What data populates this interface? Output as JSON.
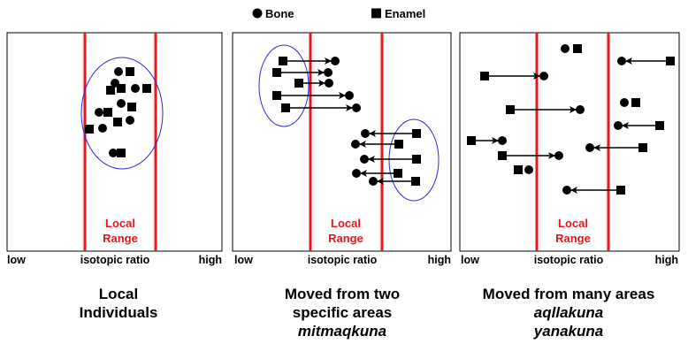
{
  "legend": {
    "bone_label": "Bone",
    "enamel_label": "Enamel"
  },
  "colors": {
    "range_line": "#e8141a",
    "cluster_ellipse": "#2a2ad8",
    "marker": "#000000",
    "panel_border": "#000000"
  },
  "panels": [
    {
      "axis": {
        "low": "low",
        "mid": "isotopic ratio",
        "high": "high"
      },
      "range_label": [
        "Local",
        "Range"
      ],
      "caption": [
        "Local",
        "Individuals"
      ],
      "caption_italic": []
    },
    {
      "axis": {
        "low": "low",
        "mid": "isotopic ratio",
        "high": "high"
      },
      "range_label": [
        "Local",
        "Range"
      ],
      "caption": [
        "Moved from two",
        "specific areas"
      ],
      "caption_italic": [
        "mitmaqkuna"
      ]
    },
    {
      "axis": {
        "low": "low",
        "mid": "isotopic ratio",
        "high": "high"
      },
      "range_label": [
        "Local",
        "Range"
      ],
      "caption": [
        "Moved from many areas"
      ],
      "caption_italic": [
        "aqllakuna",
        "yanakuna"
      ]
    }
  ]
}
